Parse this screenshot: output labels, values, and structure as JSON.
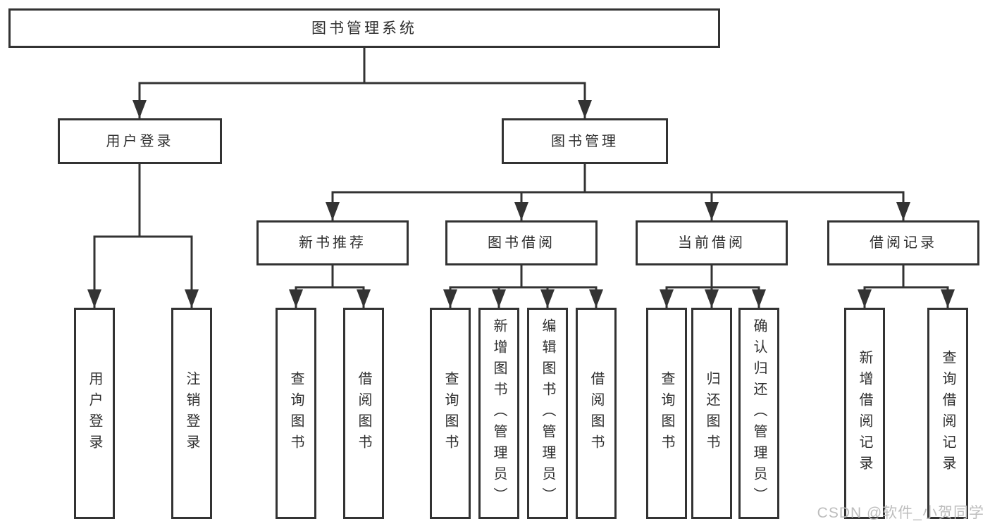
{
  "title": "图书管理系统",
  "tree": {
    "label": "图书管理系统",
    "children": [
      {
        "label": "用户登录",
        "children": [
          {
            "label": "用户登录"
          },
          {
            "label": "注销登录"
          }
        ]
      },
      {
        "label": "图书管理",
        "children": [
          {
            "label": "新书推荐",
            "children": [
              {
                "label": "查询图书"
              },
              {
                "label": "借阅图书"
              }
            ]
          },
          {
            "label": "图书借阅",
            "children": [
              {
                "label": "查询图书"
              },
              {
                "label": "新增图书（管理员）"
              },
              {
                "label": "编辑图书（管理员）"
              },
              {
                "label": "借阅图书"
              }
            ]
          },
          {
            "label": "当前借阅",
            "children": [
              {
                "label": "查询图书"
              },
              {
                "label": "归还图书"
              },
              {
                "label": "确认归还（管理员）"
              }
            ]
          },
          {
            "label": "借阅记录",
            "children": [
              {
                "label": "新增借阅记录"
              },
              {
                "label": "查询借阅记录"
              }
            ]
          }
        ]
      }
    ]
  },
  "watermark": "CSDN @软件_小贺同学",
  "colors": {
    "line": "#333333",
    "box_border": "#333333",
    "box_fill": "#ffffff",
    "text": "#2f2f2f",
    "watermark": "#bdbdbd",
    "background": "#ffffff"
  }
}
